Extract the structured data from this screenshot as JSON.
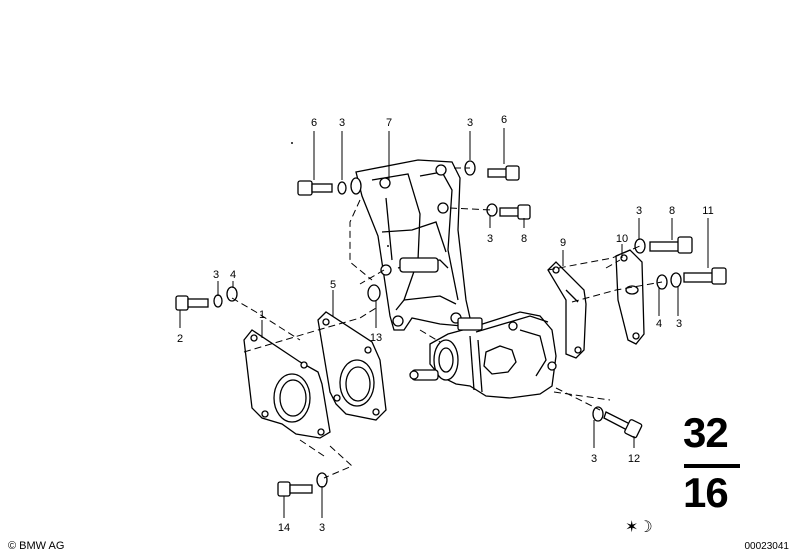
{
  "callouts": {
    "c1": "1",
    "c2": "2",
    "c3a": "3",
    "c3b": "3",
    "c3c": "3",
    "c3d": "3",
    "c3e": "3",
    "c3f": "3",
    "c3g": "3",
    "c3h": "3",
    "c4a": "4",
    "c4b": "4",
    "c5": "5",
    "c6a": "6",
    "c6b": "6",
    "c7": "7",
    "c8a": "8",
    "c8b": "8",
    "c9": "9",
    "c10": "10",
    "c11": "11",
    "c12": "12",
    "c13": "13",
    "c14": "14"
  },
  "group_number": {
    "main": "32",
    "sub": "16"
  },
  "footer": {
    "copyright": "© BMW AG",
    "image_id": "00023041",
    "marks": "✶☽"
  }
}
